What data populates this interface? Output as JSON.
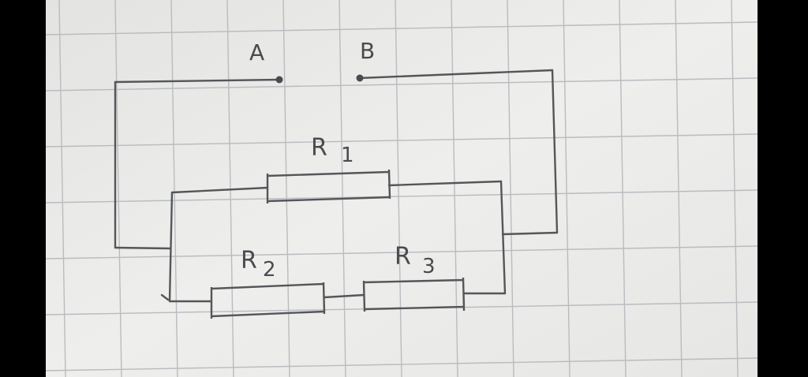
{
  "colors": {
    "paper": "#ededeb",
    "grid": "#b9bcc0",
    "pencil": "#55565a",
    "frame": "#000000"
  },
  "terminals": {
    "a_label": "A",
    "b_label": "B"
  },
  "resistors": {
    "r1": {
      "letter": "R",
      "index": "1"
    },
    "r2": {
      "letter": "R",
      "index": "2"
    },
    "r3": {
      "letter": "R",
      "index": "3"
    }
  }
}
